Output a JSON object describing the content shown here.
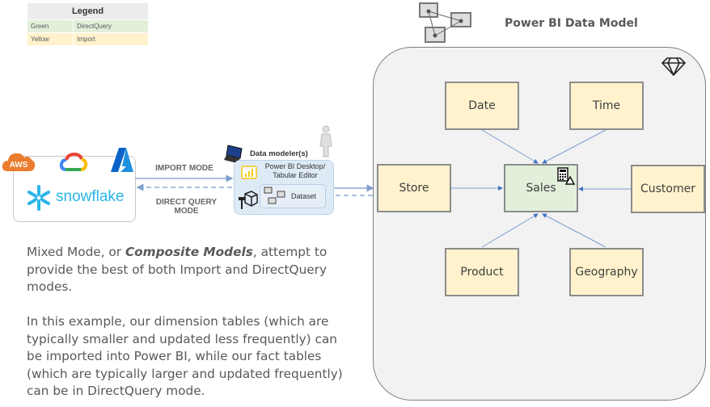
{
  "legend": {
    "title": "Legend",
    "rows": [
      {
        "color_name": "Green",
        "meaning": "DirectQuery",
        "color": "#e2efda"
      },
      {
        "color_name": "Yellow",
        "meaning": "Import",
        "color": "#fff2cc"
      }
    ]
  },
  "sources": {
    "cloud_logos": [
      "aws-logo",
      "google-cloud-logo",
      "azure-logo"
    ],
    "aws_label": "AWS",
    "snowflake_label": "snowflake"
  },
  "connections": {
    "import_label": "IMPORT MODE",
    "directquery_label_line1": "DIRECT QUERY",
    "directquery_label_line2": "MODE"
  },
  "modeler": {
    "title": "Data modeler(s)",
    "tool_line1": "Power BI Desktop/",
    "tool_line2": "Tabular Editor",
    "dataset_label": "Dataset"
  },
  "model": {
    "title": "Power BI Data Model",
    "fact_table": {
      "name": "Sales",
      "mode": "DirectQuery"
    },
    "dimension_tables": [
      {
        "name": "Date",
        "mode": "Import"
      },
      {
        "name": "Time",
        "mode": "Import"
      },
      {
        "name": "Store",
        "mode": "Import"
      },
      {
        "name": "Customer",
        "mode": "Import"
      },
      {
        "name": "Product",
        "mode": "Import"
      },
      {
        "name": "Geography",
        "mode": "Import"
      }
    ]
  },
  "description": {
    "p1_before": "Mixed Mode, or ",
    "p1_emph": "Composite Models",
    "p1_after": ", attempt to provide the best of both Import and DirectQuery modes.",
    "p2": "In this example, our dimension tables (which are typically smaller and updated less frequently) can be imported into Power BI, while our fact tables (which are typically larger and updated frequently) can be in DirectQuery mode."
  },
  "colors": {
    "directquery": "#e2efda",
    "import": "#fff2cc",
    "arrow": "#4472c4",
    "snowflake": "#29b5e8"
  }
}
